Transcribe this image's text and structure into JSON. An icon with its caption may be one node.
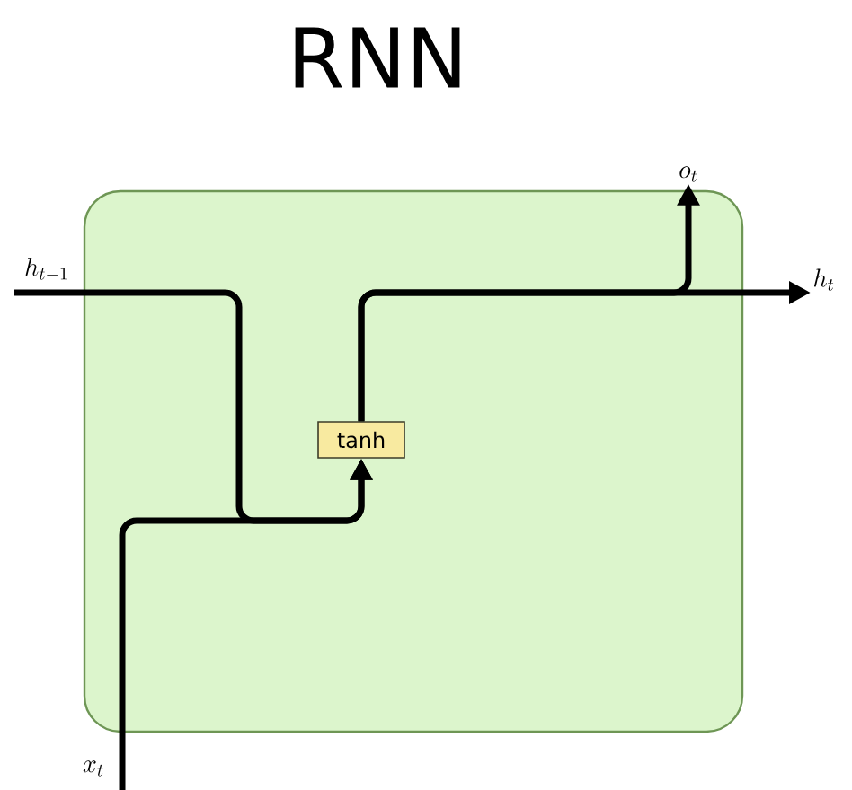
{
  "diagram": {
    "title": "RNN",
    "nodes": [
      {
        "text": [],
        "shape": "box"
      },
      {
        "text": [
          "tanh"
        ],
        "in": 0
      },
      {
        "text": [
          "h_{t-1}"
        ]
      },
      {
        "text": [
          "x_t"
        ]
      },
      {
        "text": [
          "o_t"
        ]
      },
      {
        "text": [
          "h_t"
        ]
      }
    ],
    "edges": [
      {
        "from": 2,
        "to": 1,
        "arrow": "to"
      },
      {
        "from": 3,
        "to": 1,
        "arrow": "to"
      },
      {
        "from": 1,
        "to": 4,
        "arrow": "to"
      },
      {
        "from": 1,
        "to": 5,
        "arrow": "to"
      }
    ]
  }
}
